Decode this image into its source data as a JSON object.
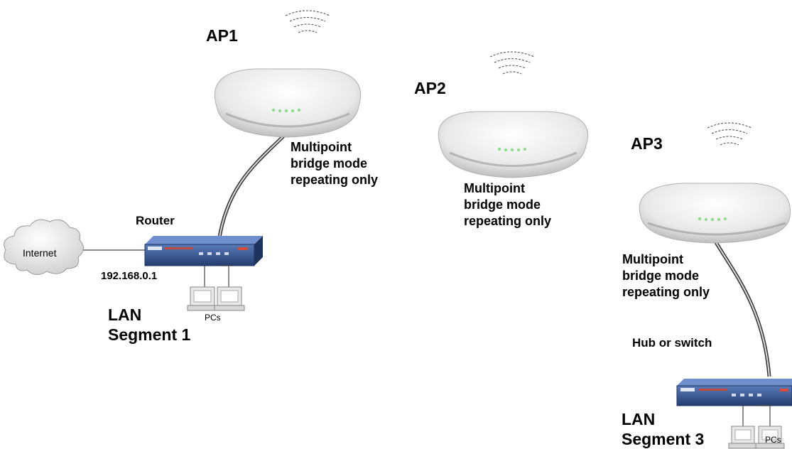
{
  "labels": {
    "ap1": "AP1",
    "ap2": "AP2",
    "ap3": "AP3",
    "ap1_mode": [
      "Multipoint",
      "bridge mode",
      "repeating only"
    ],
    "ap2_mode": [
      "Multipoint",
      "bridge mode",
      "repeating only"
    ],
    "ap3_mode": [
      "Multipoint",
      "bridge mode",
      "repeating only"
    ],
    "router": "Router",
    "router_ip": "192.168.0.1",
    "internet": "Internet",
    "hub": "Hub or switch",
    "pcs_1": "PCs",
    "pcs_3": "PCs",
    "lan1": [
      "LAN",
      "Segment 1"
    ],
    "lan3": [
      "LAN",
      "Segment 3"
    ]
  },
  "colors": {
    "ap_body": "#f1f1f1",
    "ap_led": "#8fdc8f",
    "router_body": "#2e4b86",
    "cable": "#555555",
    "cloud": "#e6e6e6"
  },
  "icons": {
    "wifi": "wifi-waves-icon",
    "cloud": "internet-cloud-icon",
    "pc": "pc-monitor-icon"
  }
}
